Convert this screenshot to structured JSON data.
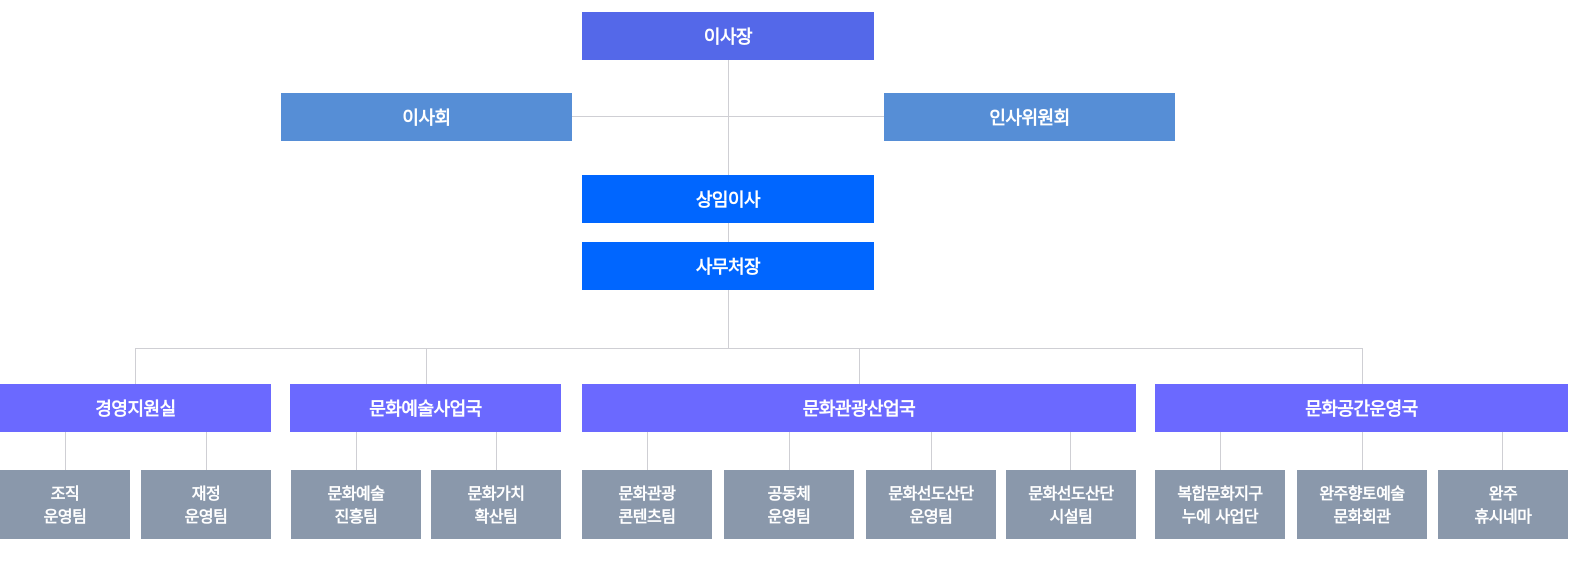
{
  "colors": {
    "chairman": "#5468e9",
    "board": "#568ed6",
    "executive": "#0066ff",
    "department": "#6b69ff",
    "team": "#8a98ab",
    "line": "#cfcfd4"
  },
  "chart": {
    "chairman": "이사장",
    "board": "이사회",
    "personnel_committee": "인사위원회",
    "standing_director": "상임이사",
    "secretary_general": "사무처장",
    "departments": [
      {
        "name": "경영지원실",
        "teams": [
          {
            "line1": "조직",
            "line2": "운영팀"
          },
          {
            "line1": "재정",
            "line2": "운영팀"
          }
        ]
      },
      {
        "name": "문화예술사업국",
        "teams": [
          {
            "line1": "문화예술",
            "line2": "진흥팀"
          },
          {
            "line1": "문화가치",
            "line2": "확산팀"
          }
        ]
      },
      {
        "name": "문화관광산업국",
        "teams": [
          {
            "line1": "문화관광",
            "line2": "콘텐츠팀"
          },
          {
            "line1": "공동체",
            "line2": "운영팀"
          },
          {
            "line1": "문화선도산단",
            "line2": "운영팀"
          },
          {
            "line1": "문화선도산단",
            "line2": "시설팀"
          }
        ]
      },
      {
        "name": "문화공간운영국",
        "teams": [
          {
            "line1": "복합문화지구",
            "line2": "누에 사업단"
          },
          {
            "line1": "완주향토예술",
            "line2": "문화회관"
          },
          {
            "line1": "완주",
            "line2": "휴시네마"
          }
        ]
      }
    ]
  }
}
